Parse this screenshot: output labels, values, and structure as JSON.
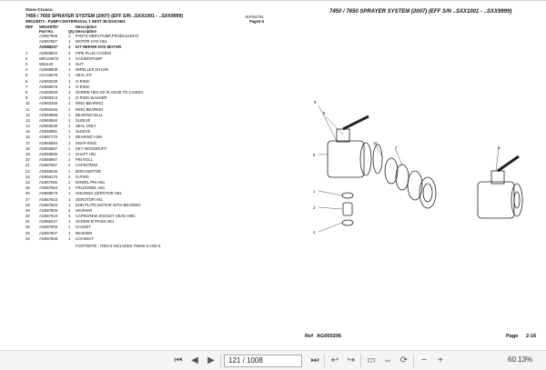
{
  "left_page": {
    "brand": "Sons-Crusca",
    "title": "7450 / 7650 SPRAYER SYSTEM (2007) (EFF S/N ..SXX1001 - ..SXX9999)",
    "code": "00784701",
    "subtitle": "WR128372 - PUMP-CENTRIFUGAL 1 SEST 38.0GSCH61",
    "page_ref": "Page2-4",
    "headers": {
      "ref": "REF",
      "part": "WR128787",
      "qty": "",
      "desc": "Description"
    },
    "header2": {
      "part": "Part No.",
      "qty": "Qty",
      "desc": "Description"
    },
    "rows": [
      {
        "ref": "",
        "part": "AG867656",
        "qty": "1",
        "desc": "PARTS-SERV.PUMP,PRODU125370",
        "bold": false
      },
      {
        "ref": "",
        "part": "AG867557",
        "qty": "1",
        "desc": "MOTOR HYD H61",
        "bold": false
      },
      {
        "ref": "",
        "part": "AG898207",
        "qty": "1",
        "desc": "KIT REPAIR HYD MOTOR",
        "bold": true
      },
      {
        "ref": "1",
        "part": "AG866504",
        "qty": "4",
        "desc": "PIPE PLUG CASING",
        "bold": false
      },
      {
        "ref": "2",
        "part": "WR126978",
        "qty": "1",
        "desc": "CASING/PUMP",
        "bold": false
      },
      {
        "ref": "3",
        "part": "W61125",
        "qty": "1",
        "desc": "NUT",
        "bold": false
      },
      {
        "ref": "4",
        "part": "AG866508",
        "qty": "1",
        "desc": "IMPELLER,NYLON",
        "bold": false
      },
      {
        "ref": "5",
        "part": "AG132678",
        "qty": "1",
        "desc": "SEAL KIT",
        "bold": false
      },
      {
        "ref": "6",
        "part": "AG860338",
        "qty": "1",
        "desc": "O-RING",
        "bold": false
      },
      {
        "ref": "7",
        "part": "AG860578",
        "qty": "1",
        "desc": "O-RING",
        "bold": false
      },
      {
        "ref": "8",
        "part": "AG860506",
        "qty": "4",
        "desc": "SCREW HEX HD FLANGE TO CASING",
        "bold": false
      },
      {
        "ref": "9",
        "part": "AG860313",
        "qty": "1",
        "desc": "O-RING WASHER",
        "bold": false
      },
      {
        "ref": "10",
        "part": "AG860349",
        "qty": "1",
        "desc": "RING BEARING",
        "bold": false
      },
      {
        "ref": "11",
        "part": "AG860346",
        "qty": "1",
        "desc": "RING BEARING",
        "bold": false
      },
      {
        "ref": "12",
        "part": "AG860998",
        "qty": "1",
        "desc": "BEARING BALL",
        "bold": false
      },
      {
        "ref": "13",
        "part": "AG860664",
        "qty": "1",
        "desc": "SLEEVE",
        "bold": false
      },
      {
        "ref": "14",
        "part": "AG865636",
        "qty": "1",
        "desc": "SEAL ONLY",
        "bold": false
      },
      {
        "ref": "15",
        "part": "AG860991",
        "qty": "1",
        "desc": "SLEEVE",
        "bold": false
      },
      {
        "ref": "16",
        "part": "AG867170",
        "qty": "1",
        "desc": "BEARING ASM",
        "bold": false
      },
      {
        "ref": "17",
        "part": "AG866993",
        "qty": "1",
        "desc": "SNAP RING",
        "bold": false
      },
      {
        "ref": "18",
        "part": "AG865667",
        "qty": "1",
        "desc": "KEY WOODRUFF",
        "bold": false
      },
      {
        "ref": "19",
        "part": "AG868695",
        "qty": "1",
        "desc": "SHAFT H61",
        "bold": false
      },
      {
        "ref": "20",
        "part": "AG866957",
        "qty": "1",
        "desc": "PIN ROLL",
        "bold": false
      },
      {
        "ref": "21",
        "part": "AG867657",
        "qty": "4",
        "desc": "CAPSCREW",
        "bold": false
      },
      {
        "ref": "22",
        "part": "AG868226",
        "qty": "1",
        "desc": "BODY,MOTOR",
        "bold": false
      },
      {
        "ref": "23",
        "part": "AG866175",
        "qty": "2",
        "desc": "O RING",
        "bold": false
      },
      {
        "ref": "24",
        "part": "AG867592",
        "qty": "1",
        "desc": "DOWEL PIN H61",
        "bold": false
      },
      {
        "ref": "25",
        "part": "AG867664",
        "qty": "1",
        "desc": "PIN,DOWEL H61",
        "bold": false
      },
      {
        "ref": "26",
        "part": "AG868579",
        "qty": "1",
        "desc": "HOUSING,GEROTOR H61",
        "bold": false
      },
      {
        "ref": "27",
        "part": "AG867643",
        "qty": "1",
        "desc": "GEROTOR H61",
        "bold": false
      },
      {
        "ref": "28",
        "part": "AG867503",
        "qty": "1",
        "desc": "END PLATE,MOTOR WITH BEARING",
        "bold": false
      },
      {
        "ref": "29",
        "part": "AG867609",
        "qty": "4",
        "desc": "WASHER",
        "bold": false
      },
      {
        "ref": "30",
        "part": "AG867610",
        "qty": "4",
        "desc": "CAPSCREW SOCKET HEAD HMC",
        "bold": false
      },
      {
        "ref": "31",
        "part": "AG866447",
        "qty": "1",
        "desc": "SCREW BYPASS ADJ",
        "bold": false
      },
      {
        "ref": "32",
        "part": "AG867606",
        "qty": "1",
        "desc": "GASKET",
        "bold": false
      },
      {
        "ref": "33",
        "part": "AG867607",
        "qty": "1",
        "desc": "WASHER",
        "bold": false
      },
      {
        "ref": "34",
        "part": "AG867608",
        "qty": "1",
        "desc": "LOCKNUT",
        "bold": false
      }
    ],
    "footnote": "FOOTNOTE : ITEM 5 INCLUDES ITEMS 5 AND 6."
  },
  "right_page": {
    "title": "7450 / 7650 SPRAYER SYSTEM (2007) (EFF S/N ..SXX1001 - ..SXX9999)",
    "callouts": [
      "9",
      "5",
      "10",
      "7",
      "6",
      "1",
      "3",
      "4",
      "8"
    ],
    "footer_ref_label": "Ref",
    "footer_ref_value": "AG050206",
    "footer_page_label": "Page",
    "footer_page_value": "2-16"
  },
  "toolbar": {
    "page_field": "121 / 1008",
    "zoom": "60.13%",
    "icons": [
      "first-page-icon",
      "prev-page-icon",
      "next-page-icon",
      "last-page-icon",
      "back-icon",
      "forward-icon",
      "fit-page-icon",
      "fit-width-icon",
      "rotate-icon",
      "zoom-out-icon",
      "zoom-in-icon"
    ]
  }
}
